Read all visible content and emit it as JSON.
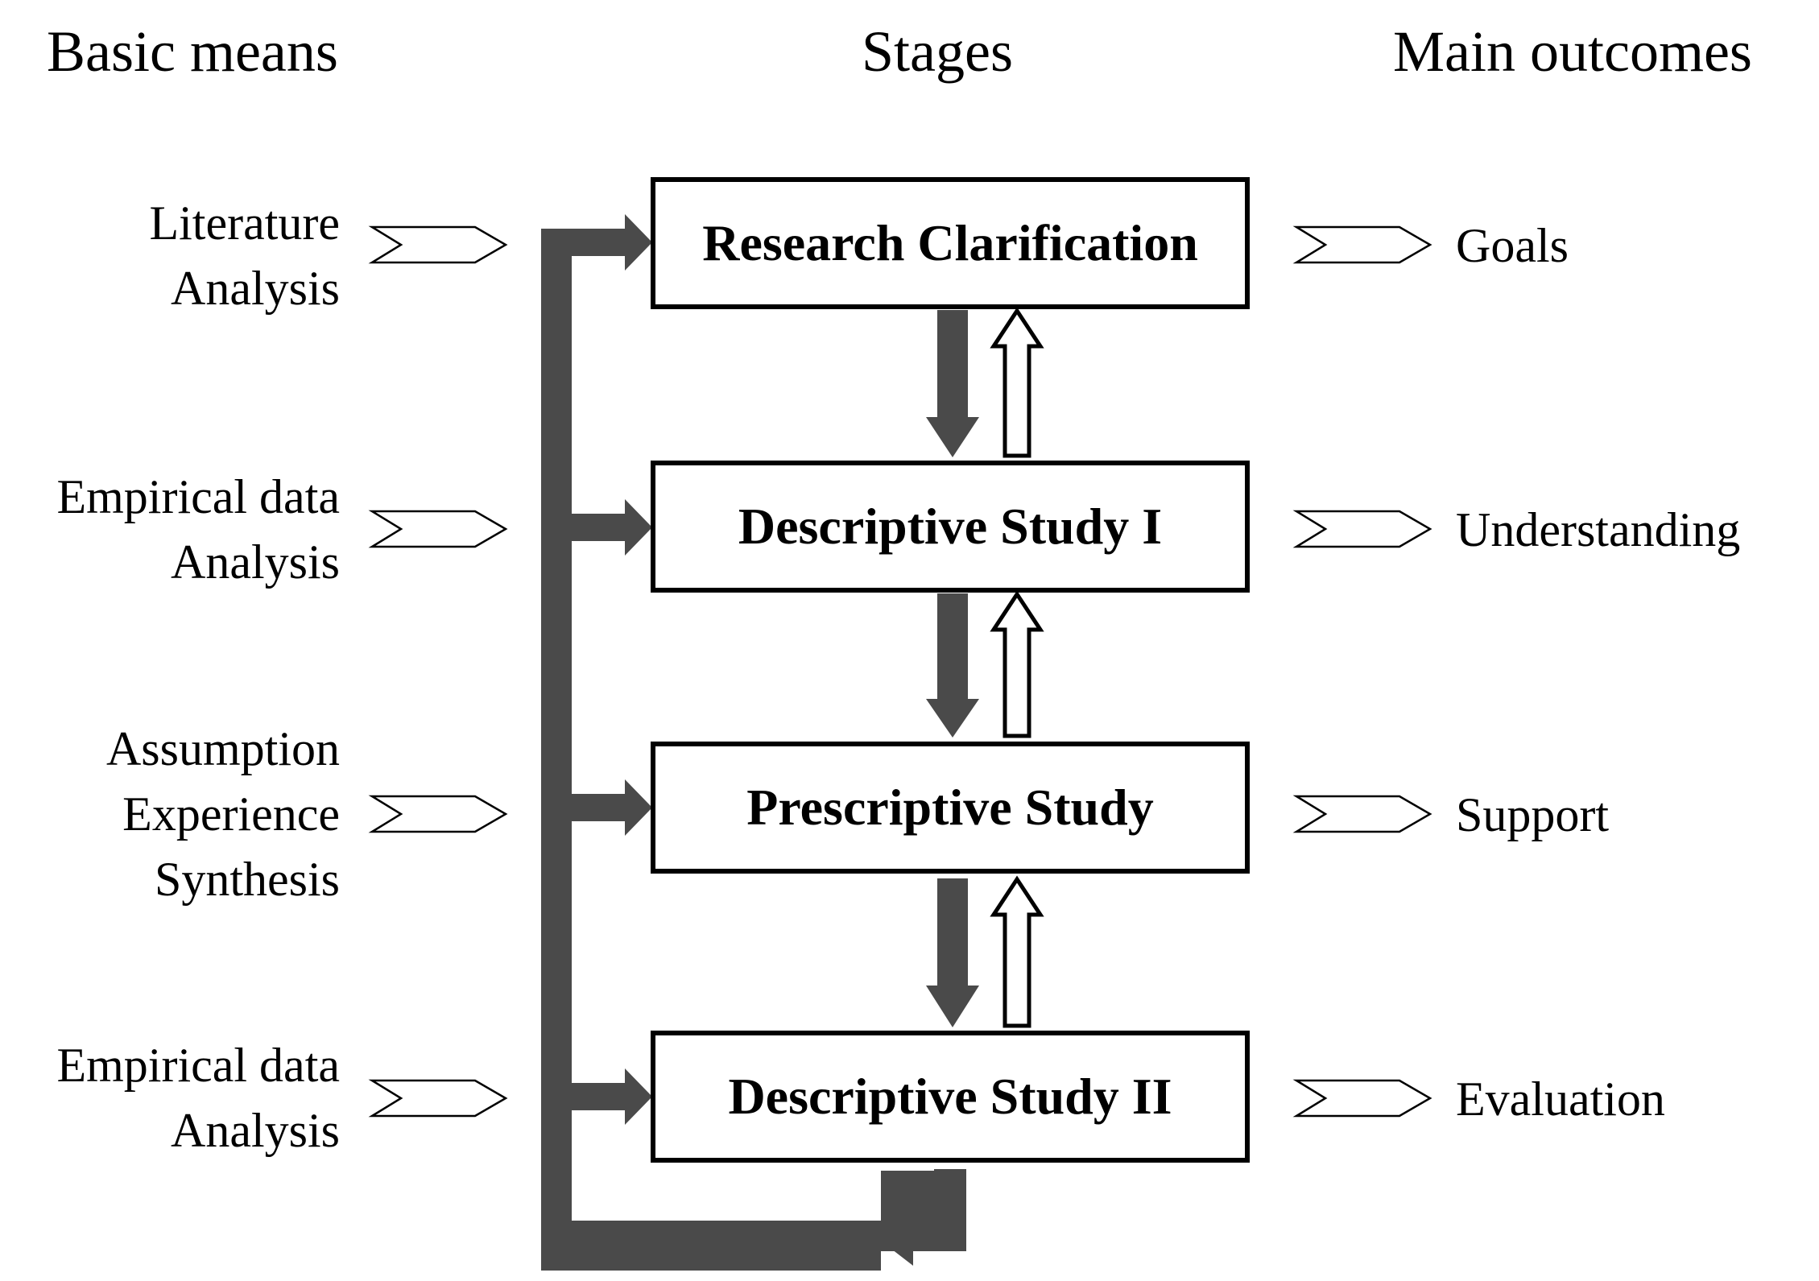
{
  "headers": {
    "basic_means": "Basic means",
    "stages": "Stages",
    "main_outcomes": "Main outcomes"
  },
  "stages": [
    {
      "name": "Research Clarification",
      "means": [
        "Literature",
        "Analysis"
      ],
      "outcome": "Goals"
    },
    {
      "name": "Descriptive Study I",
      "means": [
        "Empirical data",
        "Analysis"
      ],
      "outcome": "Understanding"
    },
    {
      "name": "Prescriptive Study",
      "means": [
        "Assumption",
        "Experience",
        "Synthesis"
      ],
      "outcome": "Support"
    },
    {
      "name": "Descriptive Study II",
      "means": [
        "Empirical data",
        "Analysis"
      ],
      "outcome": "Evaluation"
    }
  ],
  "colors": {
    "flow_arrow": "#4a4a4a",
    "outline": "#000000",
    "background": "#ffffff"
  }
}
